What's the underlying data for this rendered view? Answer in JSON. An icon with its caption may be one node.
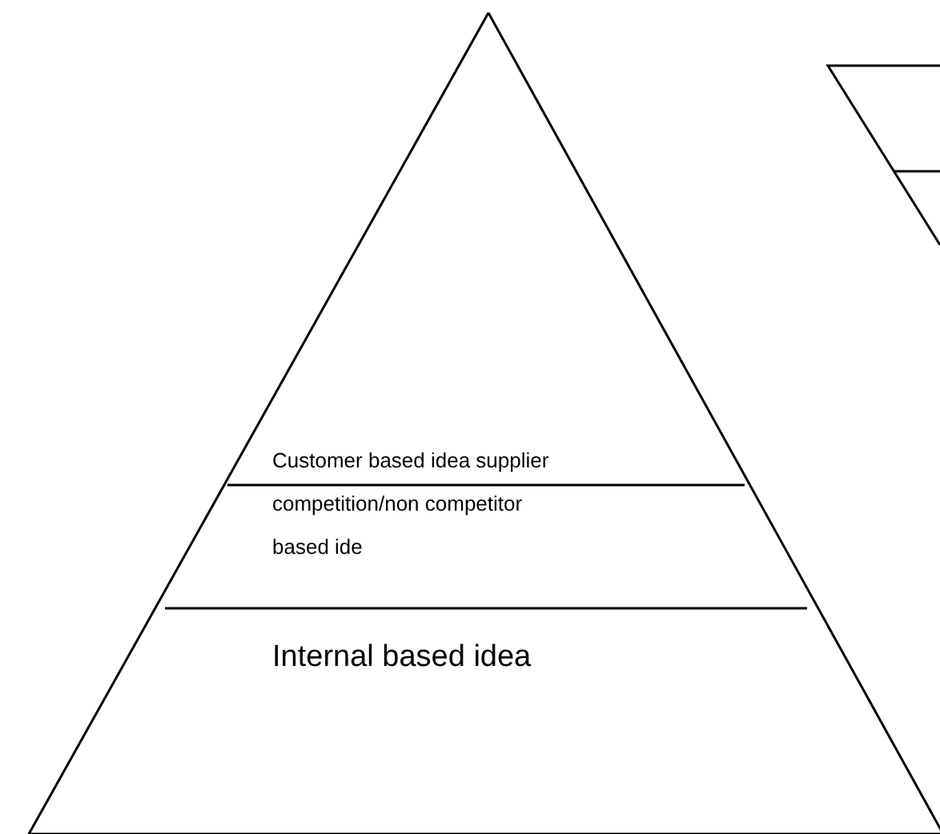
{
  "diagram": {
    "nodes": [
      {
        "text": [
          "Customer based idea supplier competition/non competitor based ide",
          "Internal based idea"
        ]
      },
      {
        "text": [],
        "shape": "triangle"
      }
    ]
  }
}
